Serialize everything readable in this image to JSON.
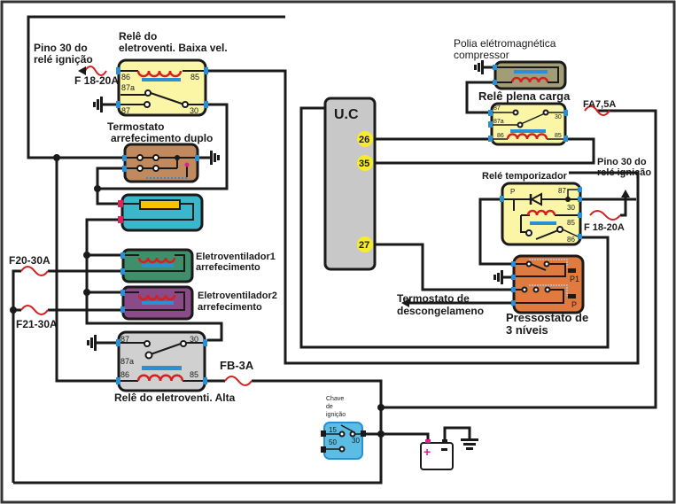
{
  "diagram": {
    "title": "Esquema elétrico do sistema de arrefecimento e ar-condicionado",
    "labels": {
      "pino30_left_line1": "Pino 30 do",
      "pino30_left_line2": "relé ignição",
      "fuse_f18_left": "F 18-20A",
      "rele_baixa_line1": "Relê do",
      "rele_baixa_line2": "eletroventi. Baixa vel.",
      "termostato_line1": "Termostato",
      "termostato_line2": "arrefecimento duplo",
      "fuse_f20": "F20-30A",
      "fuse_f21": "F21-30A",
      "eletrovent1_line1": "Eletroventilador1",
      "eletrovent1_line2": "arrefecimento",
      "eletrovent2_line1": "Eletroventilador2",
      "eletrovent2_line2": "arrefecimento",
      "rele_alta": "Relê do eletroventi. Alta",
      "fuse_fb": "FB-3A",
      "uc": "U.C",
      "uc_pin_26": "26",
      "uc_pin_35": "35",
      "uc_pin_27": "27",
      "polia_line1": "Polia elétromagnética",
      "polia_line2": "compressor",
      "rele_plena": "Relê plena carga",
      "fuse_fa": "FA7,5A",
      "pino30_right_line1": "Pino 30 do",
      "pino30_right_line2": "relé ignição",
      "rele_temp": "Relé temporizador",
      "fuse_f18_right": "F 18-20A",
      "termostato_desc_line1": "Termostato de",
      "termostato_desc_line2": "descongelameno",
      "pressostato_line1": "Pressostato de",
      "pressostato_line2": "3 níveis",
      "chave_line1": "Chave",
      "chave_line2": "de",
      "chave_line3": "ignição"
    },
    "relay_pins": {
      "p86": "86",
      "p85": "85",
      "p87a": "87a",
      "p87": "87",
      "p30": "30",
      "pP": "P",
      "pP1": "P1",
      "k15": "15",
      "k50": "50",
      "k30": "30"
    },
    "colors": {
      "relay_yellow": "#fbf6a6",
      "thermo_brown": "#c08a5e",
      "resistor_cyan": "#3bb7cc",
      "fan1_green": "#3f8f6a",
      "fan2_purple": "#8b4a88",
      "relay_gray": "#d0d0d0",
      "uc_gray": "#c8c8c8",
      "clutch_olive": "#a39d77",
      "pressostat_orange": "#e07a3e",
      "ignition_blue": "#5bbde3",
      "pin_yellow": "#f6ec2a",
      "wire": "#1a1a1a",
      "coil_red": "#d42020",
      "terminal_blue": "#2b8fd6",
      "battery_plus": "#e0208a"
    }
  }
}
